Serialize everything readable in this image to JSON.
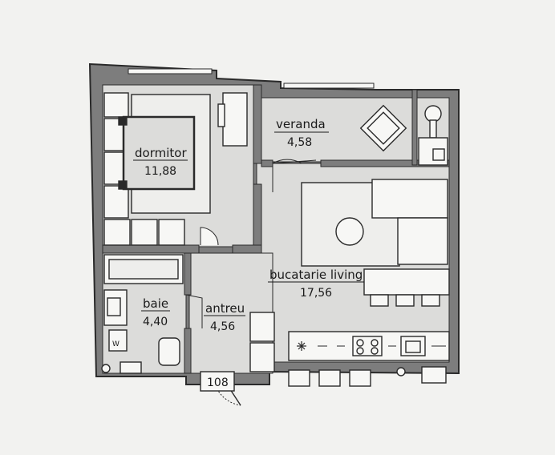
{
  "rooms": {
    "dormitor": {
      "name": "dormitor",
      "area": "11,88"
    },
    "veranda": {
      "name": "veranda",
      "area": "4,58"
    },
    "bucatarie": {
      "name": "bucatarie living",
      "area": "17,56"
    },
    "baie": {
      "name": "baie",
      "area": "4,40"
    },
    "antreu": {
      "name": "antreu",
      "area": "4,56"
    }
  },
  "unit_number": "108",
  "wc_label": "W",
  "colors": {
    "wall": "#7d7d7d",
    "floor": "#dcdcda",
    "furniture": "#f7f7f5",
    "line": "#2a2a2a",
    "paper": "#f2f2f0"
  }
}
